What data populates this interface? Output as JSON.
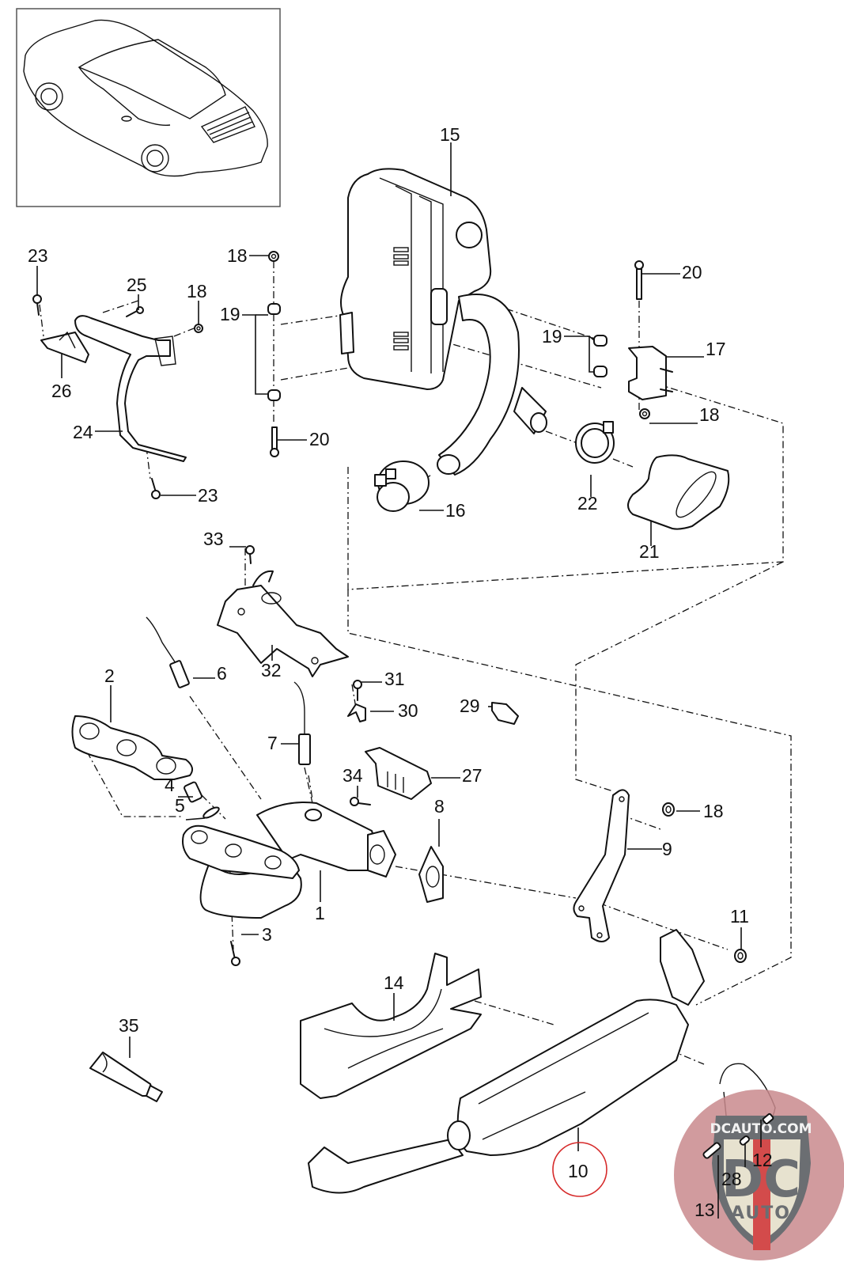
{
  "diagram": {
    "title": "Exhaust system parts diagram",
    "vehicle_thumbnail": "sports-coupe-rear-three-quarter-view",
    "highlighted_part": "10",
    "highlight_color": "#d62a2a",
    "parts": [
      {
        "id": "p1",
        "number": "1",
        "name": "catalytic-converter-manifold"
      },
      {
        "id": "p2",
        "number": "2",
        "name": "manifold-gasket"
      },
      {
        "id": "p3",
        "number": "3",
        "name": "stud-bolt"
      },
      {
        "id": "p4",
        "number": "4",
        "name": "plug-screw"
      },
      {
        "id": "p5",
        "number": "5",
        "name": "sealing-ring"
      },
      {
        "id": "p6",
        "number": "6",
        "name": "oxygen-sensor-upstream"
      },
      {
        "id": "p7",
        "number": "7",
        "name": "oxygen-sensor-downstream"
      },
      {
        "id": "p8",
        "number": "8",
        "name": "flange-gasket"
      },
      {
        "id": "p9",
        "number": "9",
        "name": "support-bracket"
      },
      {
        "id": "p10",
        "number": "10",
        "name": "front-silencer"
      },
      {
        "id": "p11",
        "number": "11",
        "name": "nut"
      },
      {
        "id": "p12",
        "number": "12",
        "name": "clamp"
      },
      {
        "id": "p13",
        "number": "13",
        "name": "bolt"
      },
      {
        "id": "p14",
        "number": "14",
        "name": "heat-shield"
      },
      {
        "id": "p15",
        "number": "15",
        "name": "rear-silencer"
      },
      {
        "id": "p16",
        "number": "16",
        "name": "pipe-clamp"
      },
      {
        "id": "p17",
        "number": "17",
        "name": "mounting-bracket"
      },
      {
        "id": "p18",
        "number": "18",
        "name": "nut"
      },
      {
        "id": "p19",
        "number": "19",
        "name": "rubber-mount"
      },
      {
        "id": "p20",
        "number": "20",
        "name": "bolt"
      },
      {
        "id": "p21",
        "number": "21",
        "name": "tailpipe-trim"
      },
      {
        "id": "p22",
        "number": "22",
        "name": "tailpipe-clamp"
      },
      {
        "id": "p23",
        "number": "23",
        "name": "bolt"
      },
      {
        "id": "p24",
        "number": "24",
        "name": "cross-member-bracket"
      },
      {
        "id": "p25",
        "number": "25",
        "name": "bolt"
      },
      {
        "id": "p26",
        "number": "26",
        "name": "retaining-plate"
      },
      {
        "id": "p27",
        "number": "27",
        "name": "sensor-holder"
      },
      {
        "id": "p28",
        "number": "28",
        "name": "spacer"
      },
      {
        "id": "p29",
        "number": "29",
        "name": "clip"
      },
      {
        "id": "p30",
        "number": "30",
        "name": "retainer"
      },
      {
        "id": "p31",
        "number": "31",
        "name": "screw"
      },
      {
        "id": "p32",
        "number": "32",
        "name": "heat-shield-upper"
      },
      {
        "id": "p33",
        "number": "33",
        "name": "screw"
      },
      {
        "id": "p34",
        "number": "34",
        "name": "screw"
      },
      {
        "id": "p35",
        "number": "35",
        "name": "assembly-paste-tube"
      }
    ]
  },
  "labels": {
    "l23a": "23",
    "l25": "25",
    "l18a": "18",
    "l26": "26",
    "l24": "24",
    "l23b": "23",
    "l18b": "18",
    "l19a": "19",
    "l20a": "20",
    "l15": "15",
    "l20b": "20",
    "l19b": "19",
    "l17": "17",
    "l18c": "18",
    "l16": "16",
    "l22": "22",
    "l21": "21",
    "l33": "33",
    "l32": "32",
    "l6": "6",
    "l31": "31",
    "l30": "30",
    "l29": "29",
    "l2": "2",
    "l7": "7",
    "l34": "34",
    "l27": "27",
    "l4": "4",
    "l5": "5",
    "l8": "8",
    "l18d": "18",
    "l9": "9",
    "l1": "1",
    "l3": "3",
    "l11": "11",
    "l14": "14",
    "l35": "35",
    "l10": "10",
    "l12": "12",
    "l28": "28",
    "l13": "13"
  },
  "watermark": {
    "site": "DCAUTO.COM",
    "monogram": "DC",
    "word": "AUTO",
    "colors": {
      "shield": "#6b6e72",
      "inner": "#e7e2cf",
      "stripe": "#d34b4b",
      "disc": "#c98a8d"
    }
  }
}
